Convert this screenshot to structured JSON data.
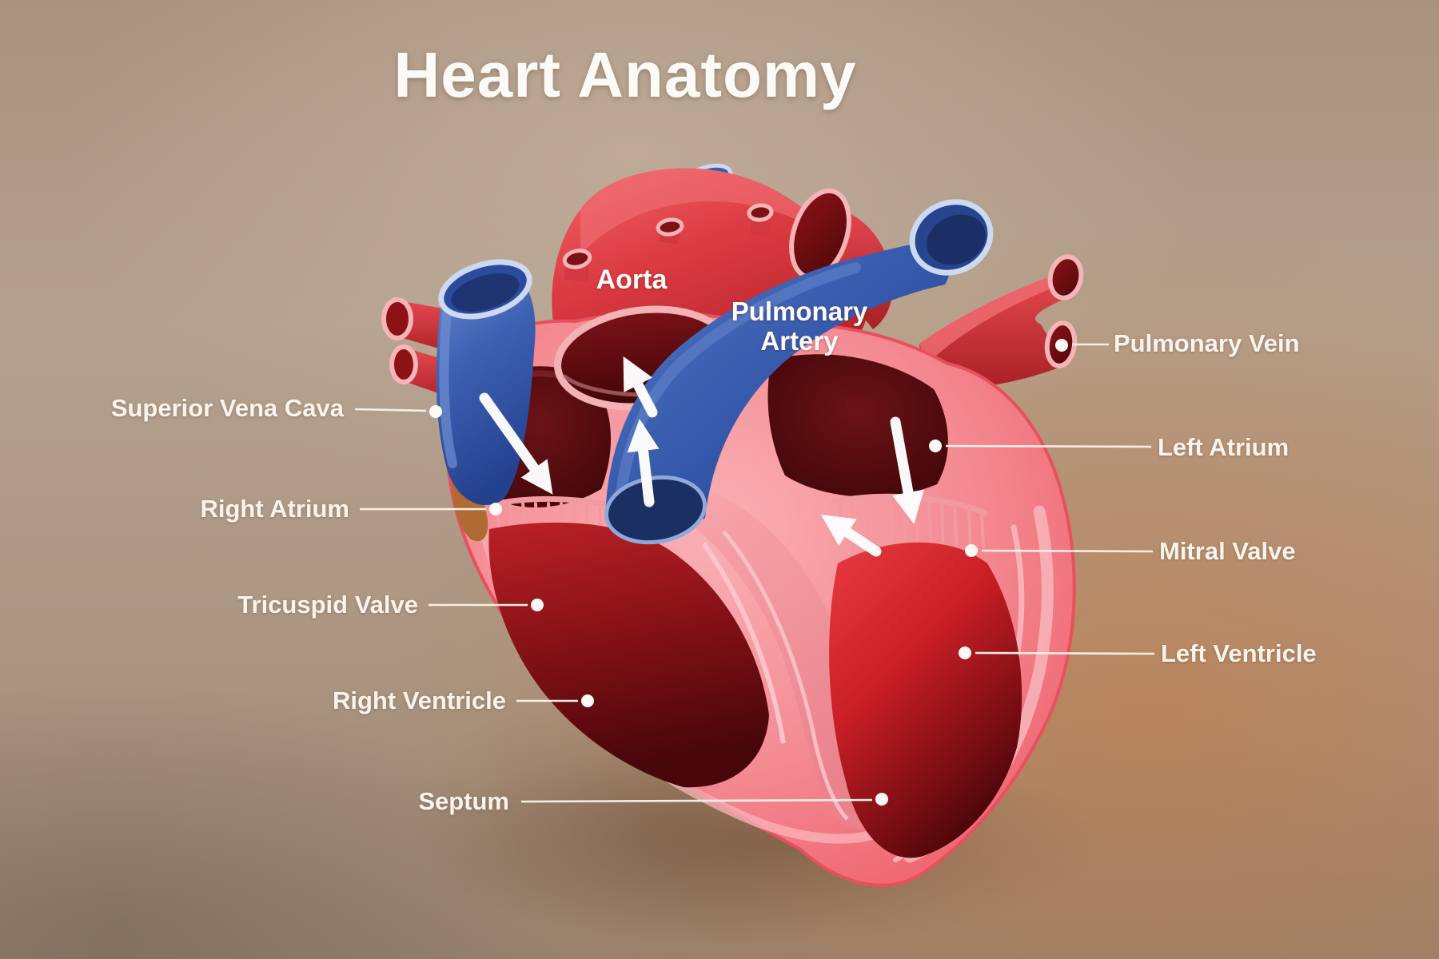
{
  "title": "Heart Anatomy",
  "inline_labels": {
    "aorta": "Aorta",
    "pulmonary_artery_line1": "Pulmonary",
    "pulmonary_artery_line2": "Artery"
  },
  "callouts": {
    "left": [
      {
        "label": "Superior Vena Cava"
      },
      {
        "label": "Right Atrium"
      },
      {
        "label": "Tricuspid Valve"
      },
      {
        "label": "Right Ventricle"
      },
      {
        "label": "Septum"
      }
    ],
    "right": [
      {
        "label": "Pulmonary Vein"
      },
      {
        "label": "Left Atrium"
      },
      {
        "label": "Mitral Valve"
      },
      {
        "label": "Left Ventricle"
      }
    ]
  },
  "colors": {
    "background_taupe": "#ab9580",
    "background_orange": "#c1793f",
    "artery_red": "#dd3b42",
    "vein_blue": "#3f62b4",
    "heart_wall_pink": "#f0757e",
    "chamber_dark_maroon": "#4a0c10",
    "ventricle_red": "#c81e25",
    "label_text": "#faf4ec",
    "leader_line": "#f5efe6",
    "arrow_white": "#ffffff"
  }
}
